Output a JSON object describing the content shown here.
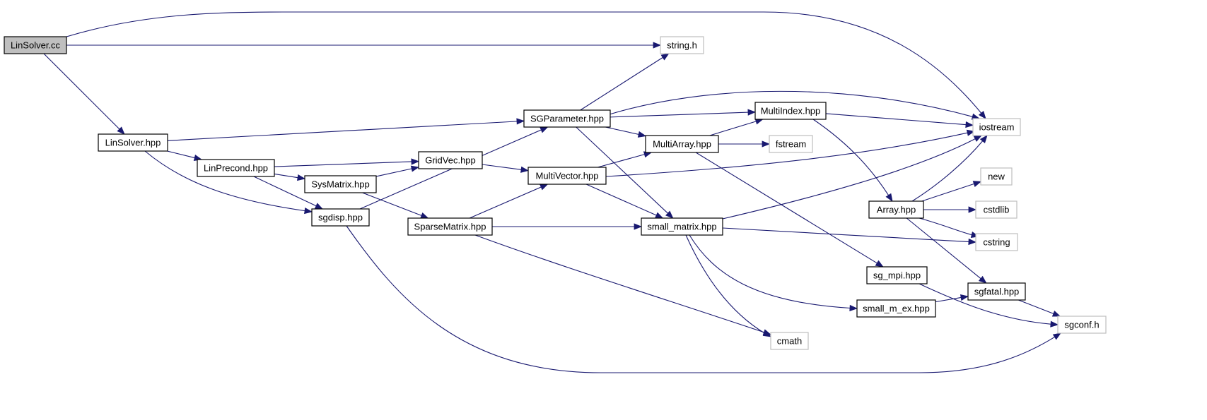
{
  "colors": {
    "edge": "#191970",
    "root_fill": "#bfbfbf",
    "internal_border": "#000000",
    "external_border": "#bfbfbf"
  },
  "nodes": {
    "lin_solver_cc": {
      "label": "LinSolver.cc",
      "kind": "root"
    },
    "string_h": {
      "label": "string.h",
      "kind": "external"
    },
    "lin_solver_hpp": {
      "label": "LinSolver.hpp",
      "kind": "internal"
    },
    "sg_parameter_hpp": {
      "label": "SGParameter.hpp",
      "kind": "internal"
    },
    "multi_index_hpp": {
      "label": "MultiIndex.hpp",
      "kind": "internal"
    },
    "iostream": {
      "label": "iostream",
      "kind": "external"
    },
    "multi_array_hpp": {
      "label": "MultiArray.hpp",
      "kind": "internal"
    },
    "fstream": {
      "label": "fstream",
      "kind": "external"
    },
    "lin_precond_hpp": {
      "label": "LinPrecond.hpp",
      "kind": "internal"
    },
    "grid_vec_hpp": {
      "label": "GridVec.hpp",
      "kind": "internal"
    },
    "multi_vector_hpp": {
      "label": "MultiVector.hpp",
      "kind": "internal"
    },
    "sys_matrix_hpp": {
      "label": "SysMatrix.hpp",
      "kind": "internal"
    },
    "new": {
      "label": "new",
      "kind": "external"
    },
    "array_hpp": {
      "label": "Array.hpp",
      "kind": "internal"
    },
    "cstdlib": {
      "label": "cstdlib",
      "kind": "external"
    },
    "sgdisp_hpp": {
      "label": "sgdisp.hpp",
      "kind": "internal"
    },
    "sparse_matrix_hpp": {
      "label": "SparseMatrix.hpp",
      "kind": "internal"
    },
    "small_matrix_hpp": {
      "label": "small_matrix.hpp",
      "kind": "internal"
    },
    "cstring": {
      "label": "cstring",
      "kind": "external"
    },
    "sg_mpi_hpp": {
      "label": "sg_mpi.hpp",
      "kind": "internal"
    },
    "sgfatal_hpp": {
      "label": "sgfatal.hpp",
      "kind": "internal"
    },
    "small_m_ex_hpp": {
      "label": "small_m_ex.hpp",
      "kind": "internal"
    },
    "sgconf_h": {
      "label": "sgconf.h",
      "kind": "external"
    },
    "cmath": {
      "label": "cmath",
      "kind": "external"
    }
  },
  "edges": [
    [
      "lin_solver_cc",
      "iostream"
    ],
    [
      "lin_solver_cc",
      "string_h"
    ],
    [
      "lin_solver_cc",
      "lin_solver_hpp"
    ],
    [
      "lin_solver_hpp",
      "sg_parameter_hpp"
    ],
    [
      "lin_solver_hpp",
      "lin_precond_hpp"
    ],
    [
      "lin_solver_hpp",
      "sgdisp_hpp"
    ],
    [
      "sg_parameter_hpp",
      "string_h"
    ],
    [
      "sg_parameter_hpp",
      "iostream"
    ],
    [
      "sg_parameter_hpp",
      "multi_index_hpp"
    ],
    [
      "sg_parameter_hpp",
      "multi_array_hpp"
    ],
    [
      "sg_parameter_hpp",
      "small_matrix_hpp"
    ],
    [
      "multi_index_hpp",
      "iostream"
    ],
    [
      "multi_index_hpp",
      "array_hpp"
    ],
    [
      "multi_array_hpp",
      "multi_index_hpp"
    ],
    [
      "multi_array_hpp",
      "fstream"
    ],
    [
      "multi_array_hpp",
      "sg_mpi_hpp"
    ],
    [
      "lin_precond_hpp",
      "grid_vec_hpp"
    ],
    [
      "lin_precond_hpp",
      "sys_matrix_hpp"
    ],
    [
      "lin_precond_hpp",
      "sgdisp_hpp"
    ],
    [
      "sys_matrix_hpp",
      "grid_vec_hpp"
    ],
    [
      "sys_matrix_hpp",
      "sparse_matrix_hpp"
    ],
    [
      "grid_vec_hpp",
      "multi_vector_hpp"
    ],
    [
      "multi_vector_hpp",
      "multi_array_hpp"
    ],
    [
      "multi_vector_hpp",
      "iostream"
    ],
    [
      "multi_vector_hpp",
      "small_matrix_hpp"
    ],
    [
      "sgdisp_hpp",
      "sg_parameter_hpp"
    ],
    [
      "sgdisp_hpp",
      "sgconf_h"
    ],
    [
      "sparse_matrix_hpp",
      "multi_vector_hpp"
    ],
    [
      "sparse_matrix_hpp",
      "small_matrix_hpp"
    ],
    [
      "sparse_matrix_hpp",
      "cmath"
    ],
    [
      "small_matrix_hpp",
      "iostream"
    ],
    [
      "small_matrix_hpp",
      "cstring"
    ],
    [
      "small_matrix_hpp",
      "small_m_ex_hpp"
    ],
    [
      "small_matrix_hpp",
      "cmath"
    ],
    [
      "array_hpp",
      "iostream"
    ],
    [
      "array_hpp",
      "new"
    ],
    [
      "array_hpp",
      "cstdlib"
    ],
    [
      "array_hpp",
      "cstring"
    ],
    [
      "array_hpp",
      "sgfatal_hpp"
    ],
    [
      "small_m_ex_hpp",
      "sgfatal_hpp"
    ],
    [
      "sgfatal_hpp",
      "sgconf_h"
    ],
    [
      "sg_mpi_hpp",
      "sgconf_h"
    ]
  ]
}
